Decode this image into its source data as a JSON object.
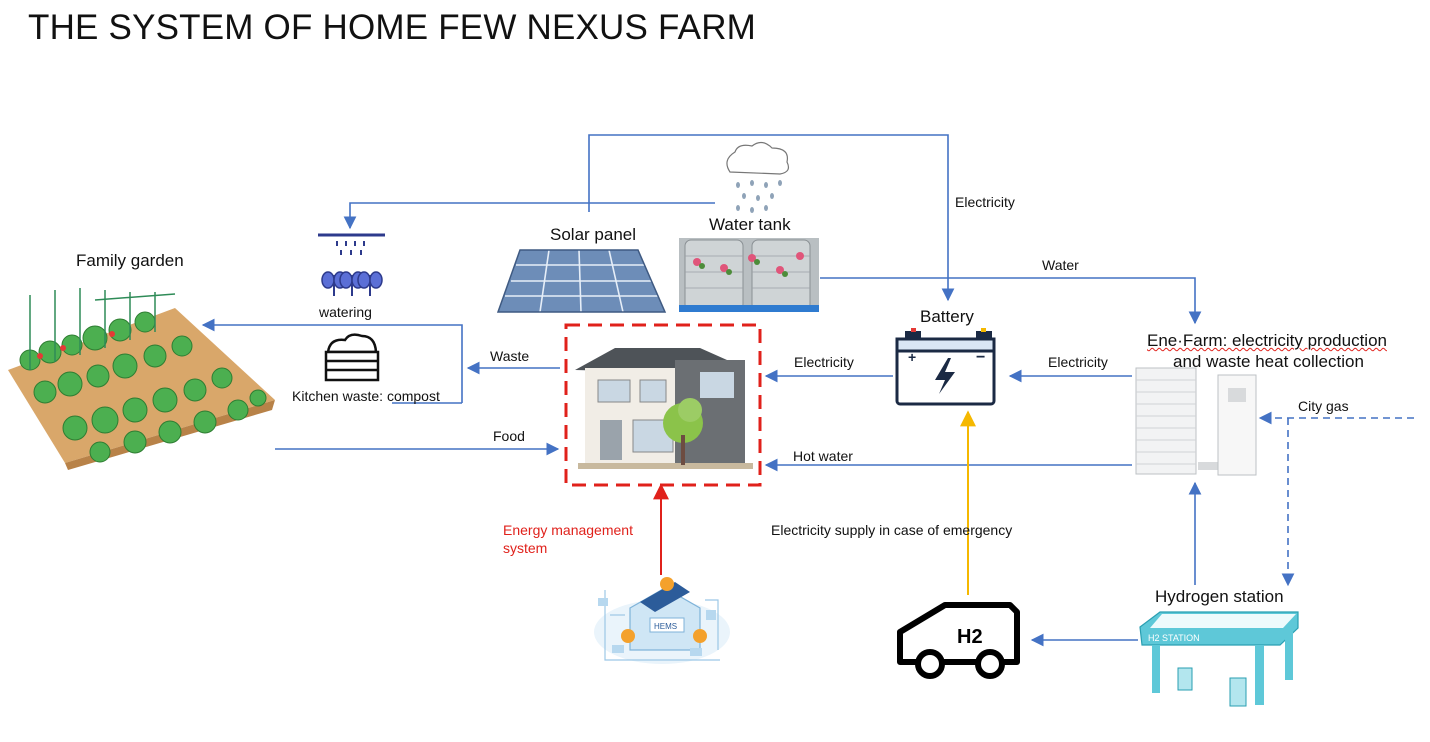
{
  "title": "THE SYSTEM OF HOME FEW NEXUS FARM",
  "nodes": {
    "family_garden": "Family garden",
    "watering": "watering",
    "kitchen_waste": "Kitchen waste: compost",
    "solar_panel": "Solar panel",
    "water_tank": "Water tank",
    "battery": "Battery",
    "ene_farm_line1": "Ene·Farm: electricity production",
    "ene_farm_line2": "and waste heat collection",
    "hydrogen_station": "Hydrogen station",
    "ems_line1": "Energy management",
    "ems_line2": "system",
    "h2_car": "H2",
    "h2_station_sign": "H2 STATION",
    "hems_sign": "HEMS"
  },
  "edges": {
    "electricity_top": "Electricity",
    "water": "Water",
    "waste": "Waste",
    "food": "Food",
    "electricity_to_house": "Electricity",
    "electricity_from_enefarm": "Electricity",
    "hot_water": "Hot water",
    "city_gas": "City gas",
    "emergency": "Electricity supply in case of emergency"
  },
  "colors": {
    "arrow_blue": "#4472c4",
    "emergency_yellow": "#f5b800",
    "ems_red": "#e0211b",
    "station_cyan": "#5ec8d8"
  }
}
